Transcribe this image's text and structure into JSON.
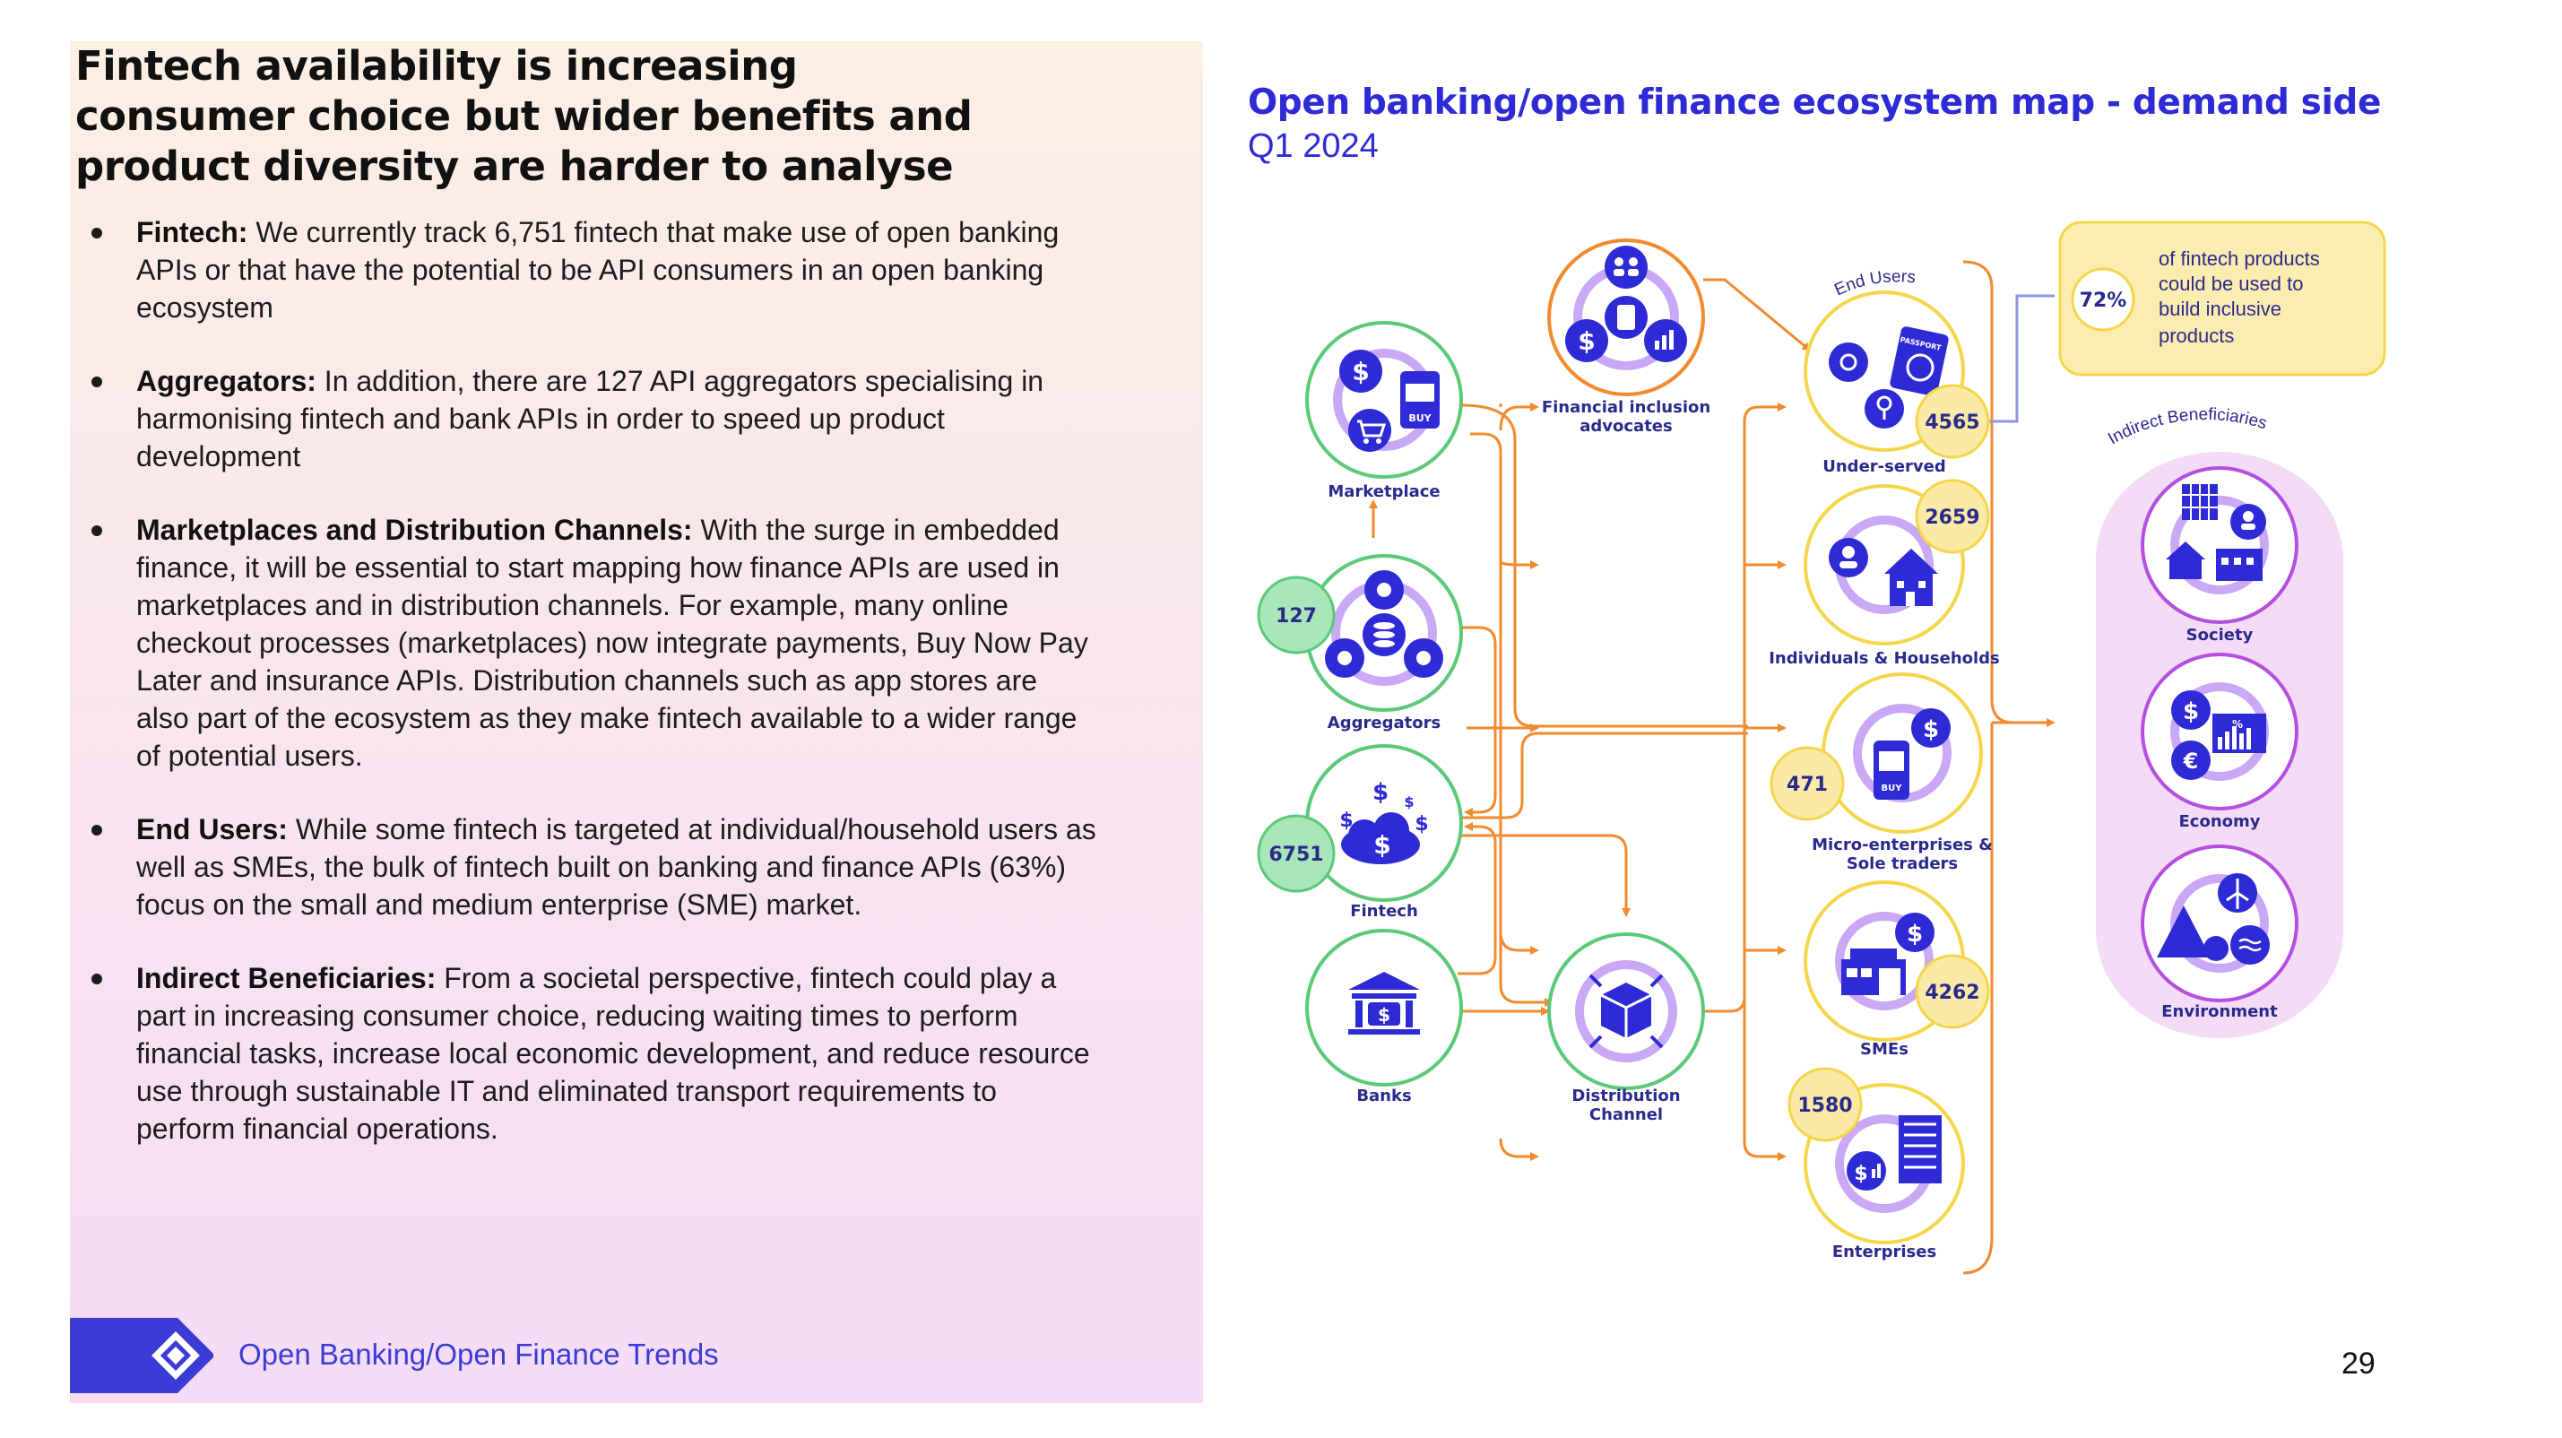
{
  "left": {
    "title": "Fintech availability is increasing consumer choice but wider benefits and product diversity are harder to analyse",
    "bullets": [
      {
        "term": "Fintech:",
        "text": " We currently track 6,751 fintech that make use of open banking APIs or that have the potential to be API consumers in an open banking ecosystem"
      },
      {
        "term": "Aggregators:",
        "text": " In addition, there are 127 API aggregators specialising in harmonising fintech and bank APIs in order to speed up product development"
      },
      {
        "term": "Marketplaces and Distribution Channels:",
        "text": " With the surge in embedded finance, it will be essential to start mapping how finance APIs are used in marketplaces and in distribution channels. For example, many online checkout processes (marketplaces) now integrate payments, Buy Now Pay Later and insurance APIs. Distribution channels such as app stores are also part of the ecosystem as they make fintech available to a wider range of potential users."
      },
      {
        "term": "End Users:",
        "text": " While some fintech is targeted at individual/household users as well as SMEs, the bulk of fintech built on banking and finance APIs (63%) focus on the small and medium enterprise (SME) market."
      },
      {
        "term": "Indirect Beneficiaries:",
        "text": " From a societal perspective, fintech could play a part in increasing consumer choice, reducing waiting times to perform financial tasks, increase local economic development, and reduce resource use through sustainable IT and eliminated transport requirements to perform financial operations."
      }
    ]
  },
  "footer": {
    "text": "Open Banking/Open Finance Trends",
    "page_number": "29"
  },
  "diagram": {
    "title": "Open banking/open finance ecosystem map - demand side",
    "subtitle": "Q1 2024",
    "nodes": {
      "financial_inclusion": "Financial inclusion advocates",
      "marketplace": "Marketplace",
      "aggregators": "Aggregators",
      "fintech": "Fintech",
      "banks": "Banks",
      "distribution": "Distribution Channel",
      "underserved": "Under-served",
      "individuals": "Individuals & Households",
      "micro": "Micro-enterprises & Sole traders",
      "smes": "SMEs",
      "enterprises": "Enterprises",
      "society": "Society",
      "economy": "Economy",
      "environment": "Environment"
    },
    "badges": {
      "aggregators": "127",
      "fintech": "6751",
      "underserved": "4565",
      "individuals": "2659",
      "micro": "471",
      "smes": "4262",
      "enterprises": "1580"
    },
    "group_labels": {
      "end_users": "End Users",
      "indirect": "Indirect Beneficiaries"
    },
    "callout": {
      "percent": "72%",
      "text": [
        "of fintech products",
        "could be used to",
        "build inclusive",
        "products"
      ]
    },
    "icon_text": {
      "buy": "BUY",
      "passport": "PASSPORT"
    }
  },
  "colors": {
    "accent_blue": "#2e2ad6",
    "dark_navy": "#2a2a8c",
    "orange": "#f28a2e",
    "green_ring": "#5cc979",
    "yellow_ring": "#f5d64a",
    "purple_ring": "#b44fe0",
    "green_badge": "#a8e6b8",
    "yellow_badge": "#fbe9a6"
  }
}
